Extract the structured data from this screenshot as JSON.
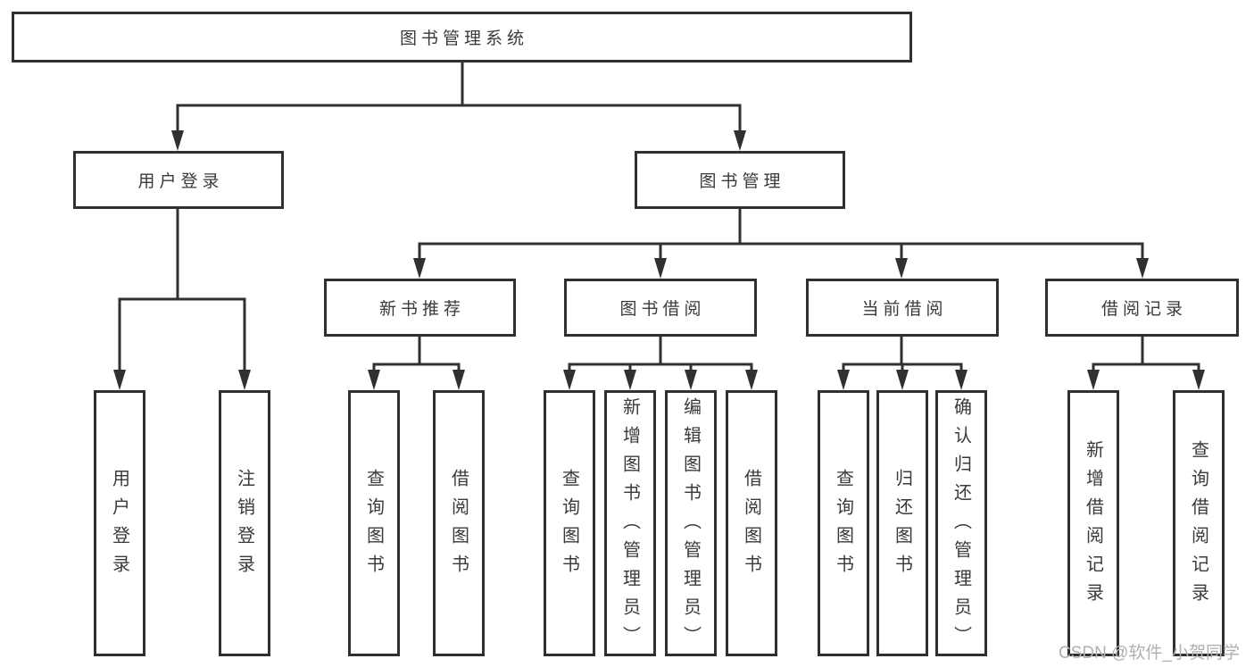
{
  "watermark": "CSDN @软件_小贺同学",
  "colors": {
    "line": "#303030",
    "box_border": "#303030",
    "text": "#3a3a3a",
    "watermark": "#b0b0b0",
    "background": "#ffffff"
  },
  "tree": {
    "root": {
      "label": "图书管理系统",
      "children": [
        {
          "label": "用户登录",
          "children": [
            {
              "label": "用户登录"
            },
            {
              "label": "注销登录"
            }
          ]
        },
        {
          "label": "图书管理",
          "children": [
            {
              "label": "新书推荐",
              "children": [
                {
                  "label": "查询图书"
                },
                {
                  "label": "借阅图书"
                }
              ]
            },
            {
              "label": "图书借阅",
              "children": [
                {
                  "label": "查询图书"
                },
                {
                  "label": "新增图书（管理员）"
                },
                {
                  "label": "编辑图书（管理员）"
                },
                {
                  "label": "借阅图书"
                }
              ]
            },
            {
              "label": "当前借阅",
              "children": [
                {
                  "label": "查询图书"
                },
                {
                  "label": "归还图书"
                },
                {
                  "label": "确认归还（管理员）"
                }
              ]
            },
            {
              "label": "借阅记录",
              "children": [
                {
                  "label": "新增借阅记录"
                },
                {
                  "label": "查询借阅记录"
                }
              ]
            }
          ]
        }
      ]
    }
  }
}
